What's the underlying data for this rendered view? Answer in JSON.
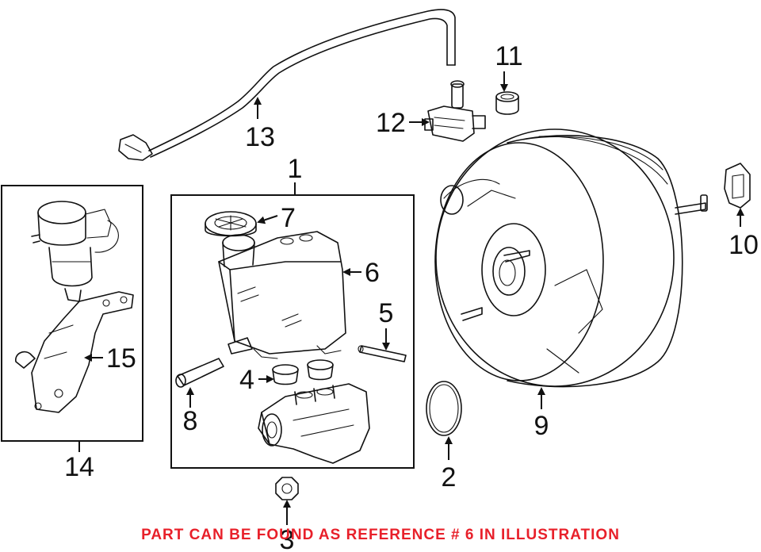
{
  "footer": {
    "note": "PART CAN BE FOUND AS REFERENCE # 6 IN ILLUSTRATION"
  },
  "callouts": {
    "c1": "1",
    "c2": "2",
    "c3": "3",
    "c4": "4",
    "c5": "5",
    "c6": "6",
    "c7": "7",
    "c8": "8",
    "c9": "9",
    "c10": "10",
    "c11": "11",
    "c12": "12",
    "c13": "13",
    "c14": "14",
    "c15": "15"
  },
  "colors": {
    "note": "#e8202a",
    "line": "#111111",
    "background": "#ffffff"
  }
}
